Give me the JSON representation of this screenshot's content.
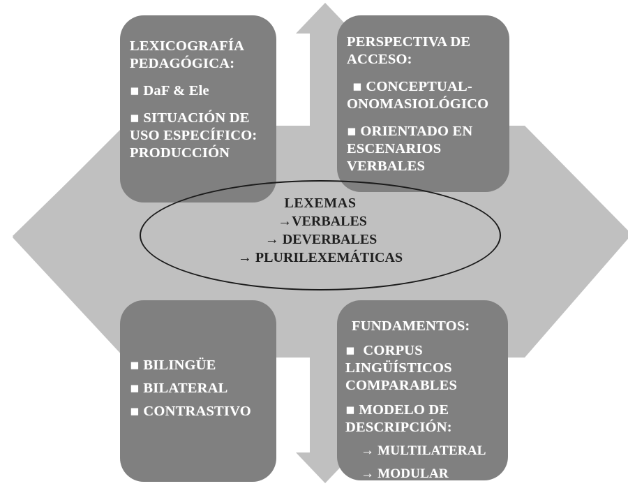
{
  "diagram": {
    "title_concept": "Lexicografía pedagógica bilingüe — modelo de descripción",
    "colors": {
      "box_fill": "#808080",
      "arrow_fill": "#c0c0c0",
      "box_text": "#ffffff",
      "ellipse_text": "#1f1f1f",
      "ellipse_stroke": "#1a1a1a",
      "page_background": "#ffffff"
    },
    "background_shape": {
      "name": "four-way-arrow",
      "directions": [
        "up",
        "down",
        "left",
        "right"
      ]
    },
    "center": {
      "shape": "ellipse",
      "lines": [
        "LEXEMAS",
        "→VERBALES",
        "→ DEVERBALES",
        "→  PLURILEXEMÁTICAS"
      ]
    },
    "boxes": {
      "top_left": {
        "name": "lexicografia-pedagogica",
        "title_lines": [
          "LEXICOGRAFÍA",
          "PEDAGÓGICA:"
        ],
        "items": [
          {
            "bullet": "▪",
            "lines": [
              "DaF & Ele"
            ]
          },
          {
            "bullet": "▪",
            "lines": [
              "SITUACIÓN DE",
              "USO ESPECÍFICO:",
              "PRODUCCIÓN"
            ]
          }
        ]
      },
      "top_right": {
        "name": "perspectiva-de-acceso",
        "title_lines": [
          "PERSPECTIVA DE",
          "ACCESO:"
        ],
        "items": [
          {
            "bullet": "▪",
            "lines": [
              "CONCEPTUAL-",
              "ONOMASIOLÓGICO"
            ]
          },
          {
            "bullet": "▪",
            "lines": [
              "ORIENTADO EN",
              "ESCENARIOS",
              "VERBALES"
            ]
          }
        ]
      },
      "bottom_left": {
        "name": "caracteristicas",
        "title_lines": [],
        "items": [
          {
            "bullet": "▪",
            "lines": [
              "BILINGÜE"
            ]
          },
          {
            "bullet": "▪",
            "lines": [
              "BILATERAL"
            ]
          },
          {
            "bullet": "▪",
            "lines": [
              "CONTRASTIVO"
            ]
          }
        ]
      },
      "bottom_right": {
        "name": "fundamentos",
        "title_lines": [
          "FUNDAMENTOS:"
        ],
        "items": [
          {
            "bullet": "▪",
            "lines": [
              "CORPUS",
              "LINGÜÍSTICOS",
              "COMPARABLES"
            ]
          },
          {
            "bullet": "▪",
            "lines": [
              "MODELO DE",
              "DESCRIPCIÓN:"
            ]
          }
        ],
        "sub_items": [
          "→ MULTILATERAL",
          "→ MODULAR"
        ]
      }
    }
  }
}
